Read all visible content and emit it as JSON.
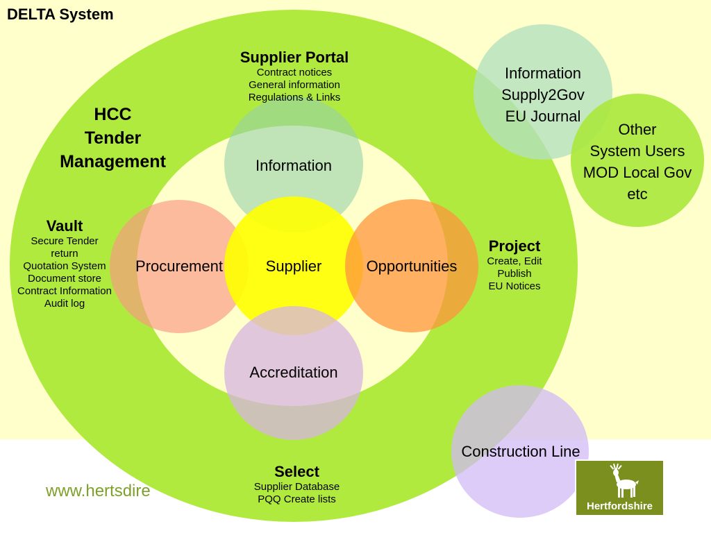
{
  "title": "DELTA System",
  "url": "www.hertsdire",
  "hcc": {
    "line1": "HCC",
    "line2": "Tender",
    "line3": "Management"
  },
  "supplier_portal": {
    "heading": "Supplier Portal",
    "items": [
      "Contract notices",
      "General information",
      "Regulations & Links"
    ]
  },
  "vault": {
    "heading": "Vault",
    "items": [
      "Secure Tender",
      "return",
      "Quotation System",
      "Document store",
      "Contract Information",
      "Audit log"
    ]
  },
  "project": {
    "heading": "Project",
    "items": [
      "Create, Edit",
      "Publish",
      "EU Notices"
    ]
  },
  "select": {
    "heading": "Select",
    "items": [
      "Supplier Database",
      "PQQ Create lists"
    ]
  },
  "circles": {
    "information": "Information",
    "procurement": "Procurement",
    "supplier": "Supplier",
    "opportunities": "Opportunities",
    "accreditation": "Accreditation"
  },
  "external": {
    "information": [
      "Information",
      "Supply2Gov",
      "EU Journal"
    ],
    "other": [
      "Other",
      "System Users",
      "MOD Local Gov",
      "etc"
    ],
    "construction": "Construction Line"
  },
  "logo_text": "Hertfordshire",
  "colors": {
    "big_green": "#b0ea3f",
    "inner_cream": "#ffffcc",
    "information": "#b8e2c8",
    "procurement": "#fcb8a8",
    "supplier": "#ffff00",
    "opportunities": "#ffab61",
    "accreditation": "#e4c8e6",
    "external_info": "#c2e6c2",
    "external_other": "#b0ea3f",
    "construction": "#dcc8f4",
    "logo": "#7a8f1e"
  }
}
